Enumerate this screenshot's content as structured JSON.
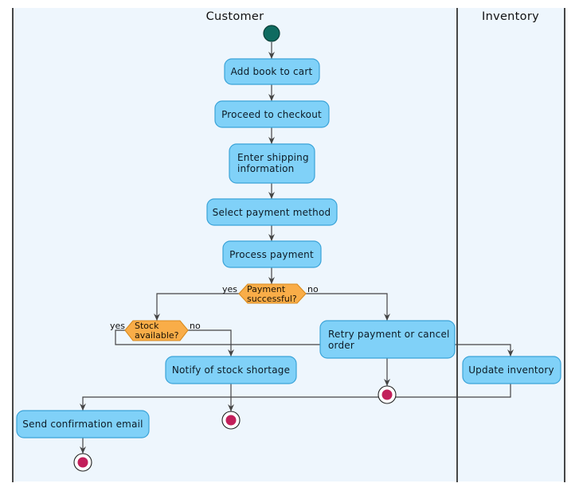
{
  "lanes": {
    "customer": "Customer",
    "inventory": "Inventory"
  },
  "activities": {
    "add_to_cart": "Add book to cart",
    "checkout": "Proceed to checkout",
    "shipping_line1": "Enter shipping",
    "shipping_line2": "information",
    "payment_method": "Select payment method",
    "process_payment": "Process payment",
    "retry_line1": "Retry payment or cancel",
    "retry_line2": "order",
    "notify_shortage": "Notify of stock shortage",
    "update_inventory": "Update inventory",
    "send_confirmation": "Send confirmation email"
  },
  "decisions": {
    "payment_line1": "Payment",
    "payment_line2": "successful?",
    "stock_line1": "Stock",
    "stock_line2": "available?"
  },
  "guards": {
    "payment_yes": "yes",
    "payment_no": "no",
    "stock_yes": "yes",
    "stock_no": "no"
  },
  "colors": {
    "lane_background": "#eef6fd",
    "activity_fill": "#80d1f8",
    "decision_fill": "#f9ad48",
    "start_node": "#0f6b60",
    "end_node": "#c21f5a"
  }
}
